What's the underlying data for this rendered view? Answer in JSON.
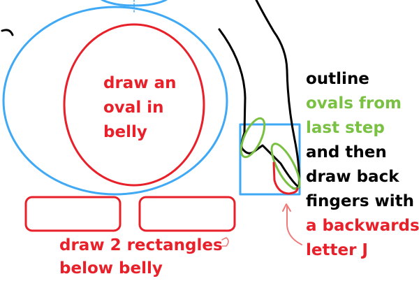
{
  "colors": {
    "blue": "#3fa9f5",
    "red": "#e8202a",
    "green": "#7ac143",
    "black": "#000000",
    "pink": "#f07a7a"
  },
  "belly_label": [
    "draw an",
    "oval in",
    "belly"
  ],
  "rectangles_label": [
    "draw 2 rectangles",
    "below belly"
  ],
  "instructions": {
    "line1": "outline",
    "line2": "ovals from",
    "line3": "last step",
    "line4": "and then",
    "line5": "draw back",
    "line6": "fingers with",
    "line7": "a backwards",
    "line8": "letter J"
  }
}
